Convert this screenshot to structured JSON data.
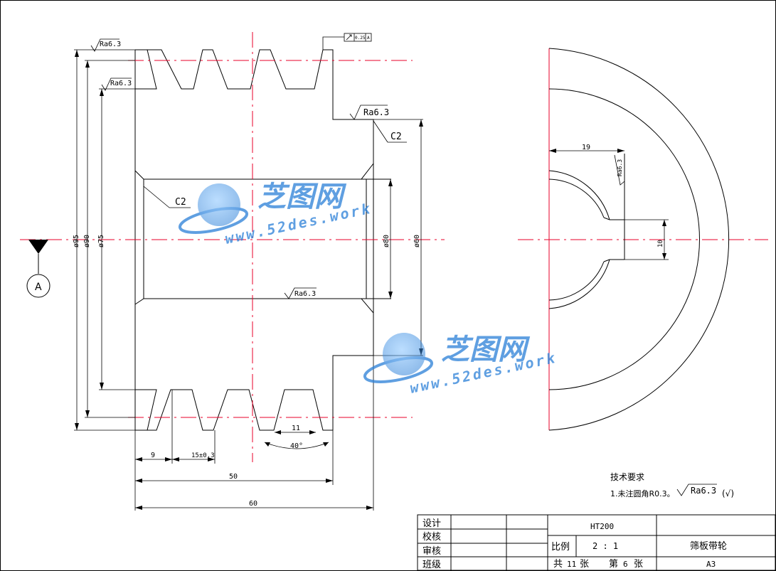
{
  "roughness": {
    "ra63": "Ra6.3"
  },
  "chamfer": "C2",
  "tolerance_frame": {
    "value": "0.25",
    "datum": "A"
  },
  "datum_label": "A",
  "dimensions": {
    "d95": "ø95",
    "d90": "ø90",
    "d75": "ø75",
    "d80": "ø80",
    "d60": "ø60",
    "w9": "9",
    "w15": "15±0.3",
    "w50": "50",
    "w60": "60",
    "w11": "11",
    "angle40": "40°",
    "key19": "19",
    "key10": "10"
  },
  "tech_requirements": {
    "title": "技术要求",
    "item1": "1.未注圆角R0.3。",
    "rest_symbol": "(√)"
  },
  "title_block": {
    "design": "设计",
    "check": "校核",
    "review": "审核",
    "class": "班级",
    "material": "HT200",
    "scale_label": "比例",
    "scale_value": "2 : 1",
    "part_name": "筛板带轮",
    "total_prefix": "共",
    "total_value": "11",
    "sheet_unit": "张",
    "sheet_prefix": "第",
    "sheet_value": "6",
    "paper_size": "A3"
  },
  "watermark": {
    "brand": "芝图网",
    "url": "www.52des.work"
  }
}
